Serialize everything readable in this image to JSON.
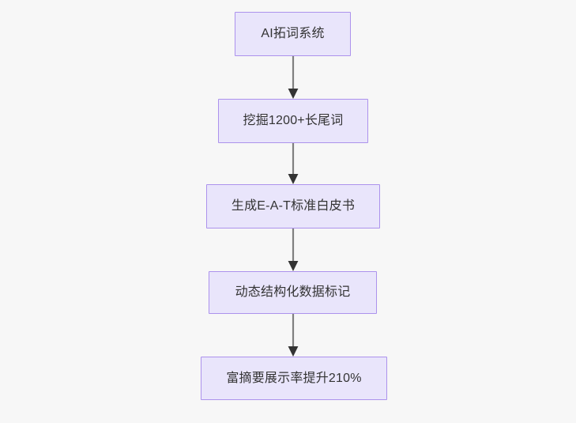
{
  "diagram": {
    "type": "flowchart",
    "direction": "top-to-bottom",
    "background_color": "#f7f7f7",
    "node_fill_color": "#e9e5fb",
    "node_border_color": "#ac92ec",
    "node_text_color": "#333333",
    "edge_color": "#808080",
    "arrowhead_color": "#333333",
    "nodes": [
      {
        "id": "n1",
        "label": "AI拓词系统"
      },
      {
        "id": "n2",
        "label": "挖掘1200+长尾词"
      },
      {
        "id": "n3",
        "label": "生成E-A-T标准白皮书"
      },
      {
        "id": "n4",
        "label": "动态结构化数据标记"
      },
      {
        "id": "n5",
        "label": "富摘要展示率提升210%"
      }
    ],
    "edges": [
      {
        "from": "n1",
        "to": "n2"
      },
      {
        "from": "n2",
        "to": "n3"
      },
      {
        "from": "n3",
        "to": "n4"
      },
      {
        "from": "n4",
        "to": "n5"
      }
    ]
  }
}
